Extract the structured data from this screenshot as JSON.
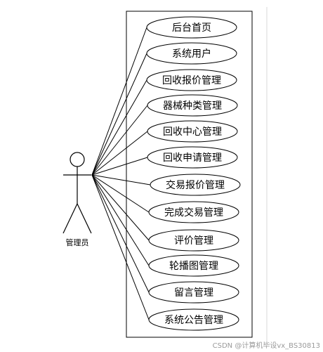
{
  "actor": {
    "label": "管理员"
  },
  "use_cases": [
    "后台首页",
    "系统用户",
    "回收报价管理",
    "器械种类管理",
    "回收中心管理",
    "回收申请管理",
    "交易报价管理",
    "完成交易管理",
    "评价管理",
    "轮播图管理",
    "留言管理",
    "系统公告管理"
  ],
  "watermark": "CSDN @计算机毕设vx_BS30813",
  "colors": {
    "stroke": "#000000",
    "background": "#ffffff",
    "divider": "#d9d9d9"
  }
}
